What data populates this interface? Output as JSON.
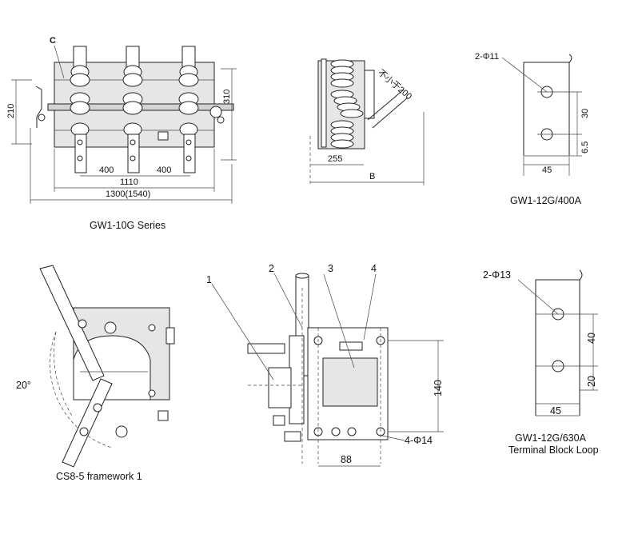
{
  "captions": {
    "gw1_10g": "GW1-10G Series",
    "gw1_12g_400": "GW1-12G/400A",
    "cs8_5": "CS8-5 framework 1",
    "gw1_12g_630_line1": "GW1-12G/630A",
    "gw1_12g_630_line2": "Terminal Block Loop"
  },
  "front_view": {
    "label_c": "C",
    "dim_210": "210",
    "dim_310": "310",
    "dim_400_left": "400",
    "dim_400_right": "400",
    "dim_1110": "1110",
    "dim_1300": "1300(1540)"
  },
  "side_view": {
    "dim_255": "255",
    "label_b": "B",
    "note_200": "不小于200"
  },
  "terminal_400": {
    "holes": "2-Φ11",
    "dim_30": "30",
    "dim_6_5": "6.5",
    "dim_45": "45"
  },
  "terminal_630": {
    "holes": "2-Φ13",
    "dim_40": "40",
    "dim_20": "20",
    "dim_45": "45"
  },
  "cs8_mechanism": {
    "angle": "20°"
  },
  "mechanism_side": {
    "callout_1": "1",
    "callout_2": "2",
    "callout_3": "3",
    "callout_4": "4",
    "dim_140": "140",
    "holes": "4-Φ14",
    "dim_88": "88"
  },
  "colors": {
    "line": "#222222",
    "fill": "#e6e6e6",
    "background": "#ffffff"
  }
}
